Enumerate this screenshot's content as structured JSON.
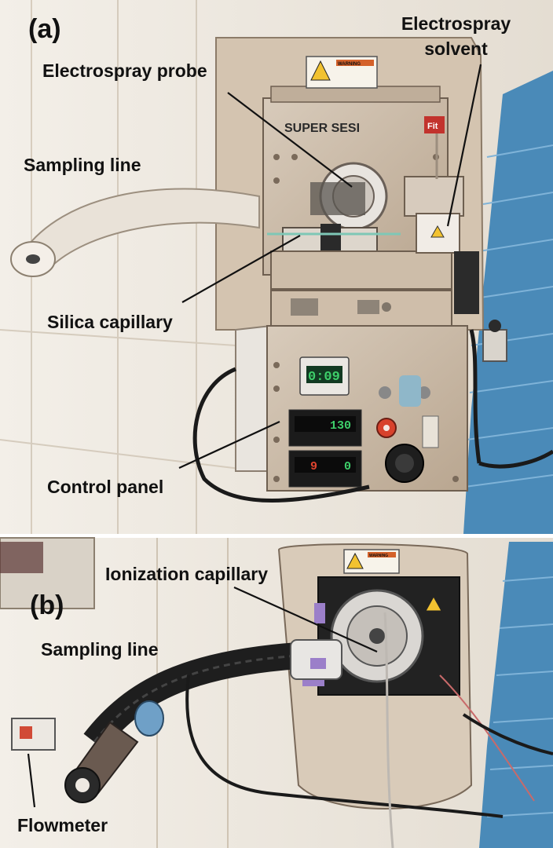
{
  "panel_a": {
    "letter": "(a)",
    "device_name": "SUPER SESI",
    "brand_badge": "Fit",
    "warning_label": "WARNING",
    "labels": {
      "electrospray_probe": "Electrospray probe",
      "electrospray_solvent": "Electrospray solvent",
      "sampling_line": "Sampling line",
      "silica_capillary": "Silica capillary",
      "control_panel": "Control panel"
    },
    "displays": {
      "timer": "0:09",
      "controller_1_pv": "130",
      "controller_2_pv": "0",
      "controller_2_sv": "9"
    }
  },
  "panel_b": {
    "letter": "(b)",
    "warning_label": "WARNING",
    "labels": {
      "ionization_capillary": "Ionization capillary",
      "sampling_line": "Sampling line",
      "flowmeter": "Flowmeter"
    }
  },
  "colors": {
    "housing": "#c9b9a6",
    "wall_blue": "#4a8ab8",
    "cable": "#1a1a1a",
    "warning_yellow": "#f2c230",
    "display_green": "#3ecf6a"
  }
}
